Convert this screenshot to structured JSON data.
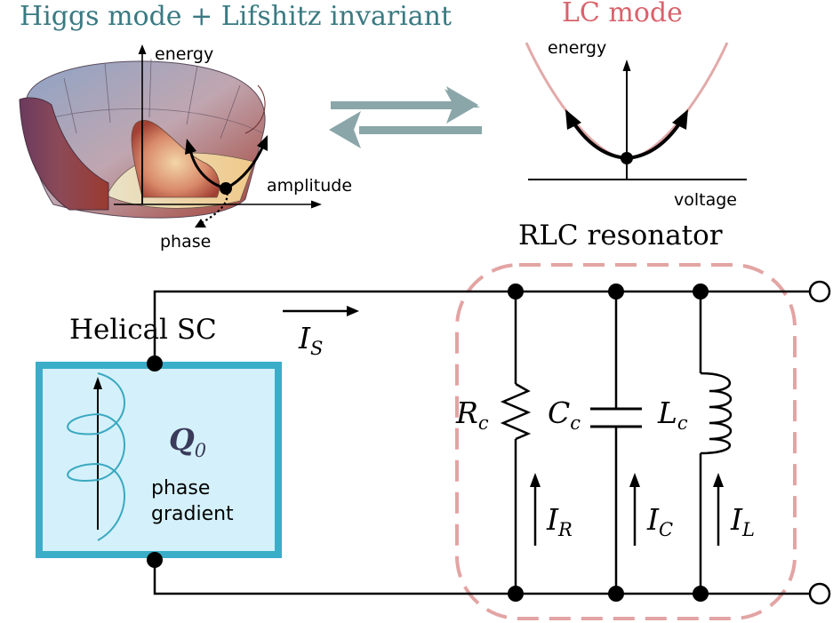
{
  "higgs_panel": {
    "title": "Higgs mode + Lifshitz invariant",
    "axis_energy": "energy",
    "axis_amplitude": "amplitude",
    "axis_phase": "phase"
  },
  "lc_panel": {
    "title": "LC mode",
    "axis_energy": "energy",
    "axis_voltage": "voltage"
  },
  "circuit": {
    "resonator_label": "RLC resonator",
    "sc_label": "Helical SC",
    "current_s": {
      "symbol": "I",
      "sub": "S"
    },
    "resistor": {
      "symbol": "R",
      "sub": "c"
    },
    "capacitor": {
      "symbol": "C",
      "sub": "c"
    },
    "inductor": {
      "symbol": "L",
      "sub": "c"
    },
    "current_r": {
      "symbol": "I",
      "sub": "R"
    },
    "current_c": {
      "symbol": "I",
      "sub": "C"
    },
    "current_l": {
      "symbol": "I",
      "sub": "L"
    },
    "q_vector": {
      "symbol": "Q",
      "sub": "0"
    },
    "sc_text_line1": "phase",
    "sc_text_line2": "gradient"
  },
  "colors": {
    "teal_title": "#3a7a82",
    "red_title": "#d9626a",
    "sc_border": "#3aaec8",
    "sc_fill": "#d4f1fb",
    "resonator_dash": "#e3a4a4",
    "exchange_arrows": "#8aa6a8"
  }
}
